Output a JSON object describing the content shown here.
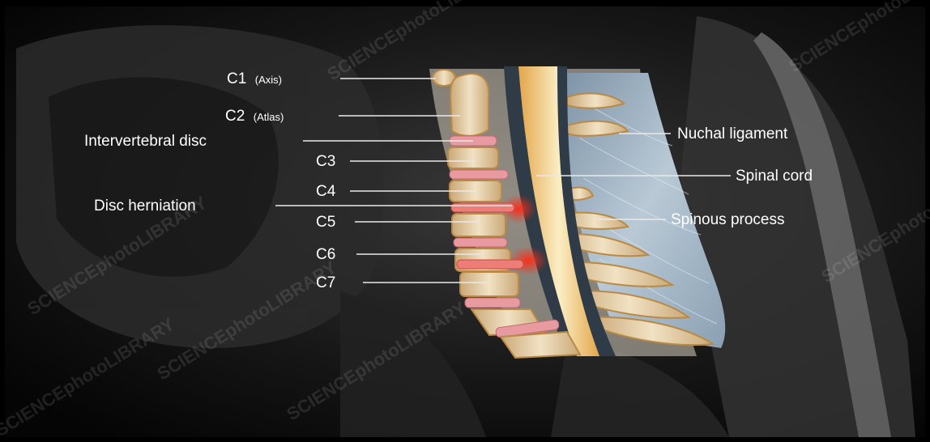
{
  "labels": {
    "c1": "C1",
    "c1_note": "(Axis)",
    "c2": "C2",
    "c2_note": "(Atlas)",
    "intervertebral_disc": "Intervertebral disc",
    "c3": "C3",
    "c4": "C4",
    "disc_herniation": "Disc herniation",
    "c5": "C5",
    "c6": "C6",
    "c7": "C7",
    "nuchal_ligament": "Nuchal ligament",
    "spinal_cord": "Spinal cord",
    "spinous_process": "Spinous process"
  },
  "watermark": "SCIENCEphotoLIBRARY",
  "colors": {
    "background": "#000000",
    "label_text": "#ffffff",
    "bone": "#e8d5b0",
    "disc": "#e79aa0",
    "spinal_cord": "#f6e0a8",
    "ligament": "#a9bccc",
    "herniation": "#ff3b1f"
  }
}
